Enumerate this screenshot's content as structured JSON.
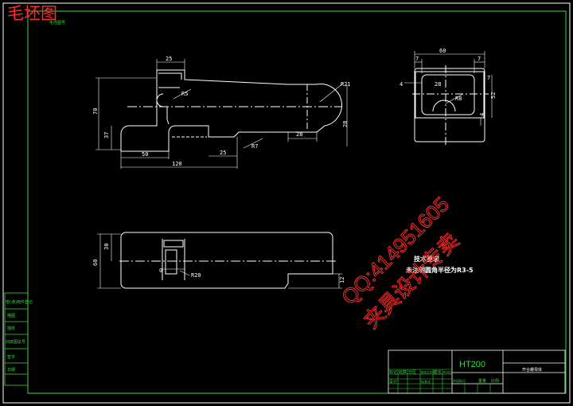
{
  "header": {
    "brand": "毛坯图",
    "tag": "毛坯图号"
  },
  "title_block": {
    "material": "HT200",
    "drawing_name": "开合螺母体",
    "cells": [
      "标记",
      "处数",
      "分区",
      "更改文件号",
      "签名",
      "年月日"
    ],
    "row2": [
      "设计",
      "标准化",
      "阶段标记",
      "重量",
      "比例"
    ]
  },
  "side_table": [
    "借(通)用件登记",
    "描图",
    "描校",
    "旧底图总号",
    "签字",
    "日期"
  ],
  "notes": {
    "title": "技术要求",
    "line1": "未注明圆角半径为R3-5"
  },
  "watermark": {
    "line1": "QQ:414951605",
    "line2": "夹具设计专卖"
  },
  "dimensions": {
    "front": [
      "25",
      "R21",
      "R5",
      "70",
      "37",
      "28",
      "28",
      "50",
      "120",
      "25",
      "R7"
    ],
    "side": [
      "60",
      "7",
      "7",
      "7",
      "28",
      "R8",
      "52",
      "4",
      "4"
    ],
    "top": [
      "30",
      "60",
      "0",
      "R20",
      "12"
    ]
  }
}
